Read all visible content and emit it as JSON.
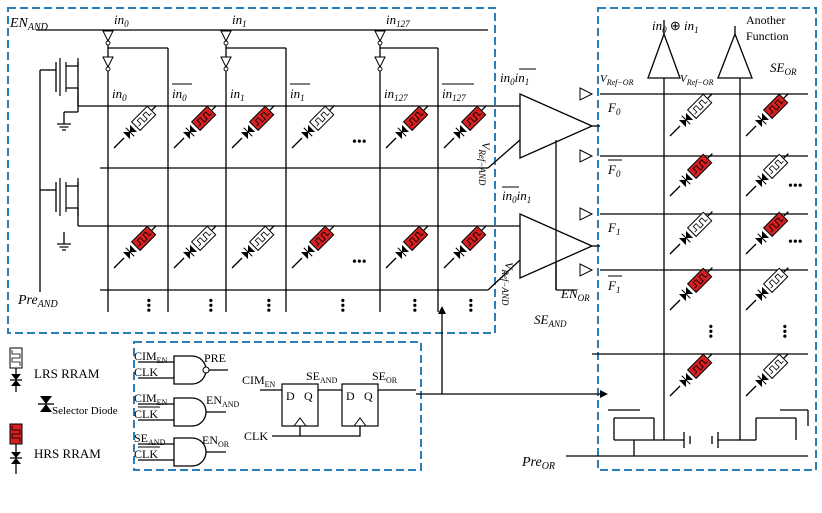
{
  "and_array": {
    "enable": "EN",
    "enable_sub": "AND",
    "inputs": [
      {
        "base": "in",
        "sub": "0",
        "bar": false
      },
      {
        "base": "in",
        "sub": "0",
        "bar": true
      },
      {
        "base": "in",
        "sub": "1",
        "bar": false
      },
      {
        "base": "in",
        "sub": "1",
        "bar": true
      },
      {
        "base": "in",
        "sub": "127",
        "bar": false
      },
      {
        "base": "in",
        "sub": "127",
        "bar": true
      }
    ],
    "top_inputs": [
      {
        "base": "in",
        "sub": "0"
      },
      {
        "base": "in",
        "sub": "1"
      },
      {
        "base": "in",
        "sub": "127"
      }
    ],
    "precharge": "Pre",
    "precharge_sub": "AND",
    "ellipsis": "•••"
  },
  "sense": {
    "and_term1": "in0 in1 (in1 barred)",
    "vref_and_base": "V",
    "vref_and_sub": "Ref−AND",
    "se_and_base": "SE",
    "se_and_sub": "AND",
    "en_or_base": "EN",
    "en_or_sub": "OR"
  },
  "or_array": {
    "xor_label": "in",
    "another_function_l1": "Another",
    "another_function_l2": "Function",
    "vref_or_base": "V",
    "vref_or_sub": "Ref−OR",
    "se_or_base": "SE",
    "se_or_sub": "OR",
    "outputs": [
      {
        "base": "F",
        "sub": "0",
        "bar": false
      },
      {
        "base": "F",
        "sub": "0",
        "bar": true
      },
      {
        "base": "F",
        "sub": "1",
        "bar": false
      },
      {
        "base": "F",
        "sub": "1",
        "bar": true
      }
    ],
    "precharge": "Pre",
    "precharge_sub": "OR"
  },
  "legend": {
    "lrs": "LRS RRAM",
    "selector": "Selector Diode",
    "hrs": "HRS RRAM"
  },
  "control": {
    "gate1_in1": "CIM",
    "gate1_in1_sub": "EN",
    "gate1_in2": "CLK",
    "gate1_out": "PRE",
    "gate2_in1": "CIM",
    "gate2_in1_sub": "EN",
    "gate2_in2": "CLK",
    "gate2_out": "EN",
    "gate2_out_sub": "AND",
    "gate3_in1": "SE",
    "gate3_in1_sub": "AND",
    "gate3_in2": "CLK",
    "gate3_out": "EN",
    "gate3_out_sub": "OR",
    "ff_in": "CIM",
    "ff_in_sub": "EN",
    "ff_mid": "SE",
    "ff_mid_sub": "AND",
    "ff_out": "SE",
    "ff_out_sub": "OR",
    "ff_d": "D",
    "ff_q": "Q",
    "ff_clk": "CLK"
  },
  "colors": {
    "box_border": "#2a7fb8",
    "hrs_fill": "#d42020",
    "lrs_fill": "#ffffff"
  }
}
